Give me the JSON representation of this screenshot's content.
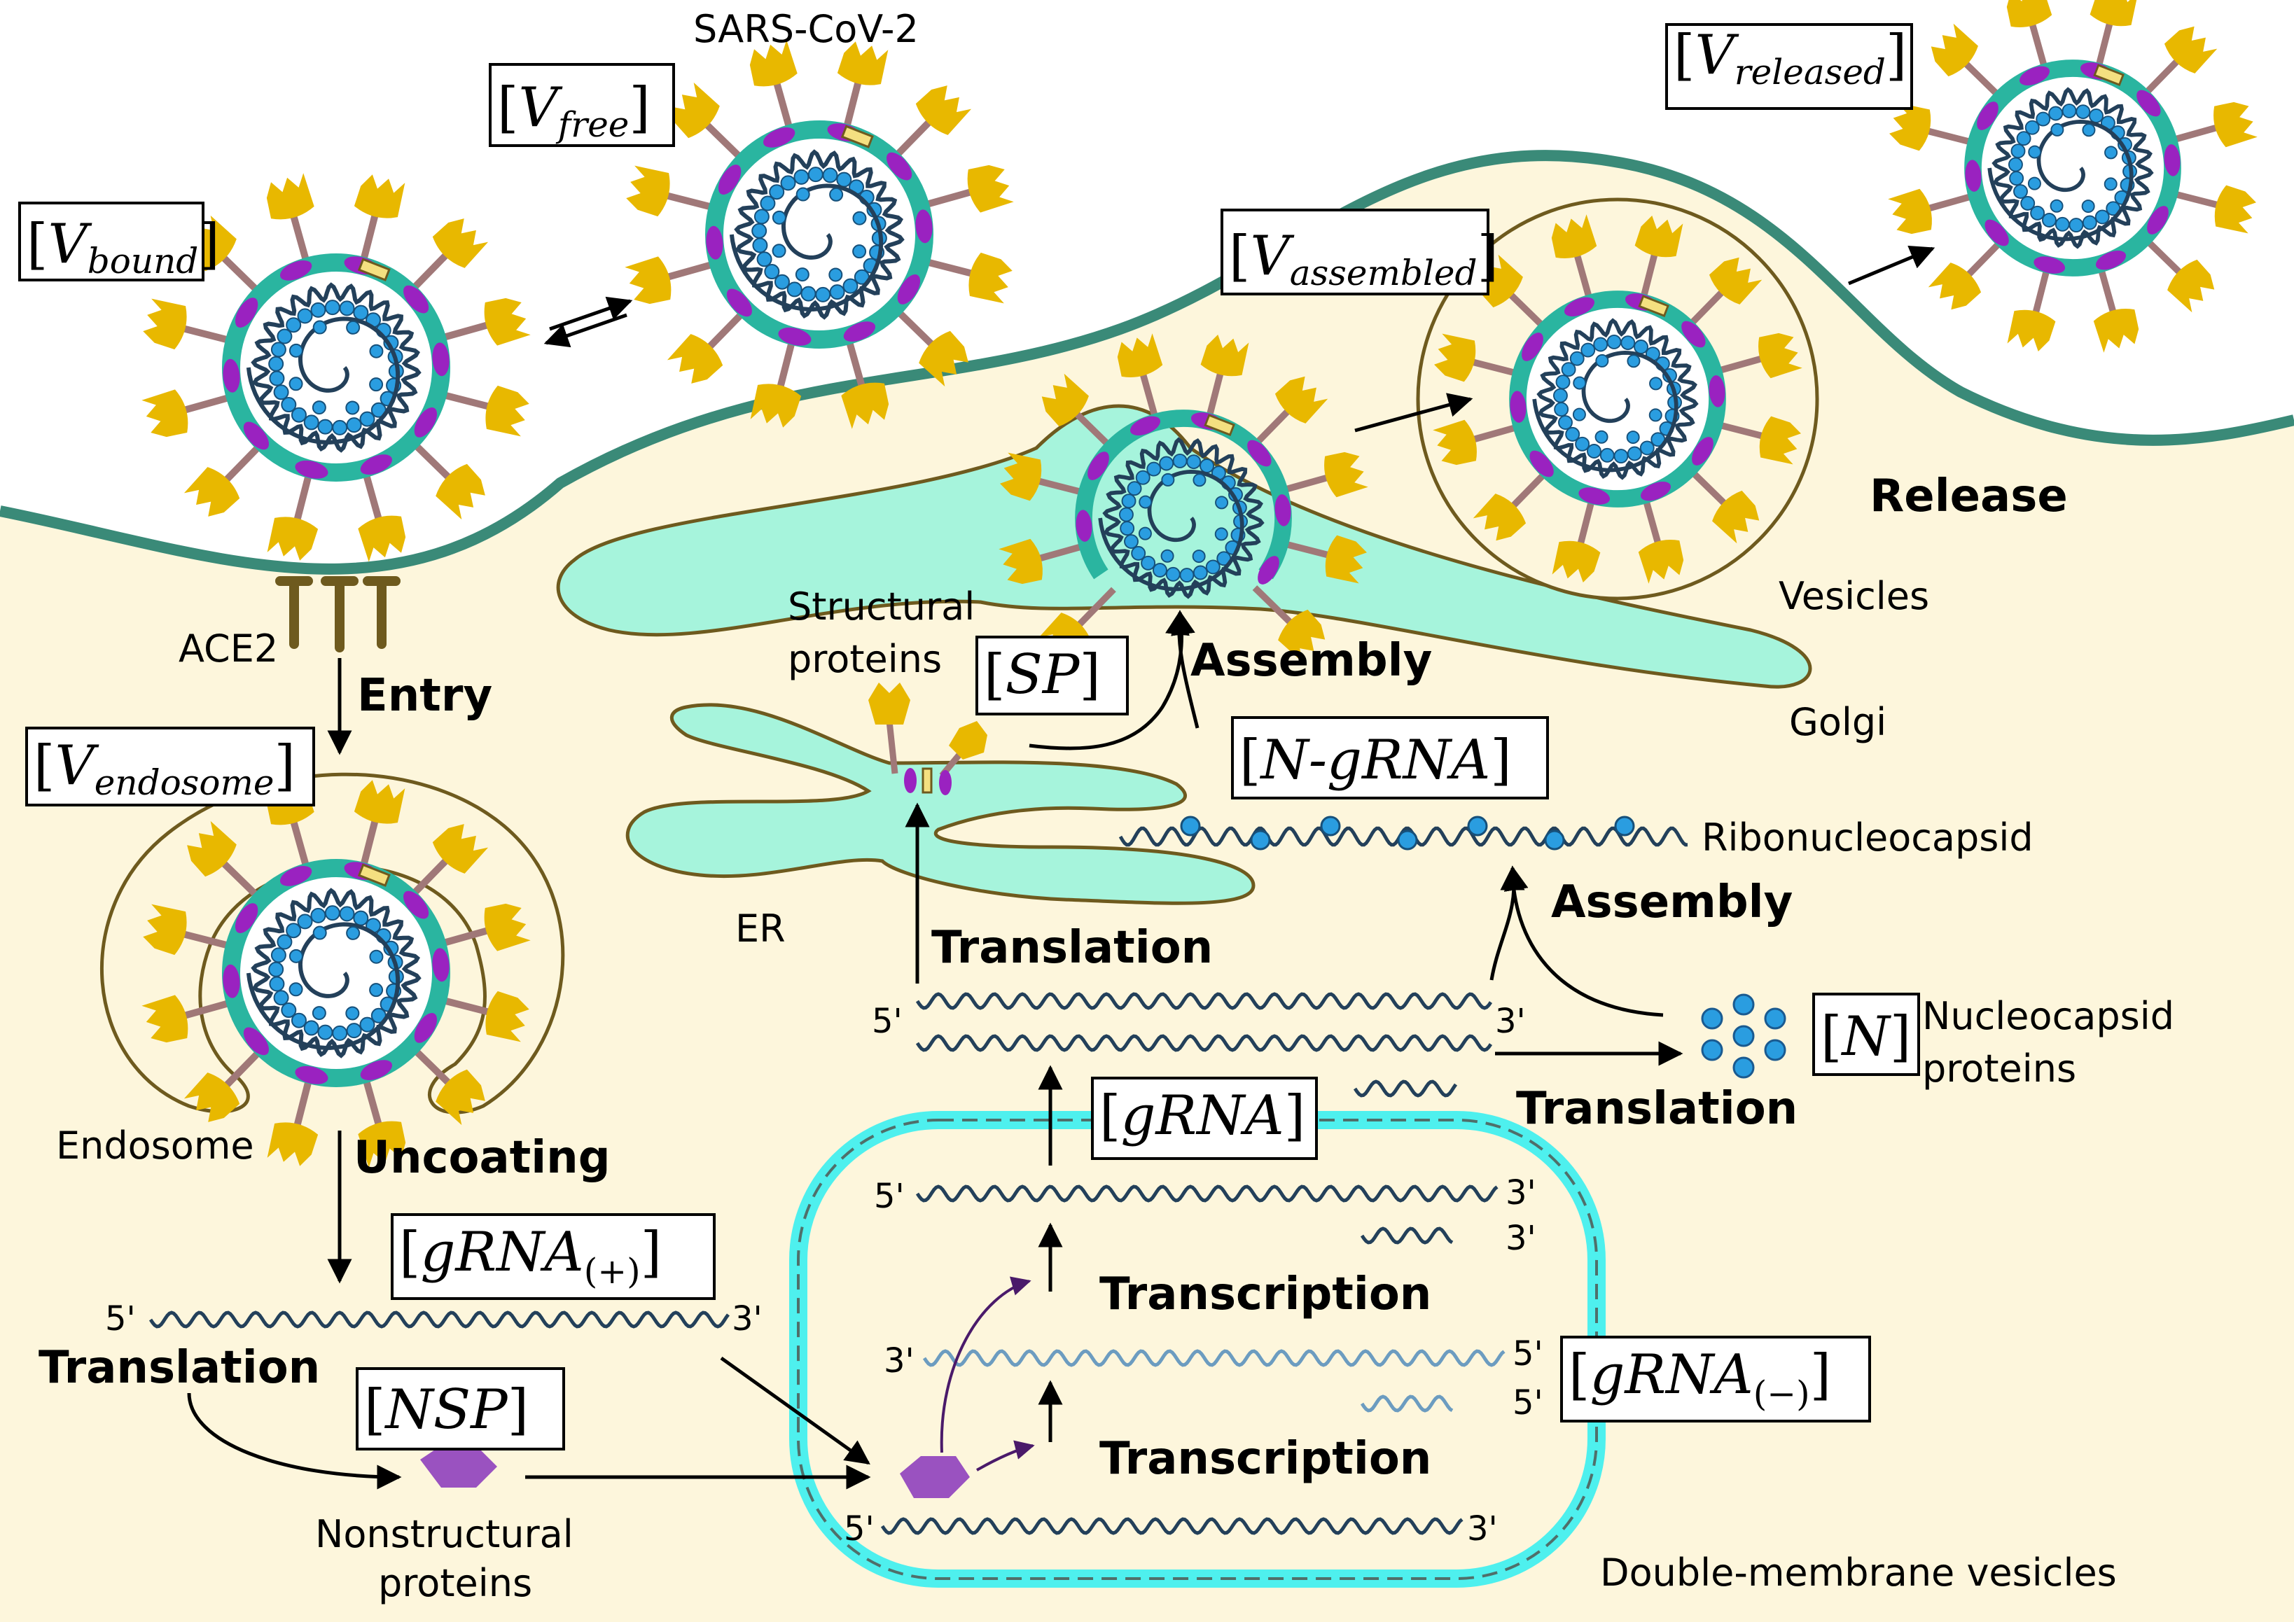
{
  "labels": {
    "virus_name": "SARS-CoV-2",
    "ace2": "ACE2",
    "entry": "Entry",
    "endosome": "Endosome",
    "uncoating": "Uncoating",
    "translation_left": "Translation",
    "nonstructural": "Nonstructural",
    "proteins": "proteins",
    "structural": "Structural",
    "proteins_sp": "proteins",
    "er": "ER",
    "golgi": "Golgi",
    "vesicles": "Vesicles",
    "release": "Release",
    "assembly_top": "Assembly",
    "assembly_mid": "Assembly",
    "ribonucleocapsid": "Ribonucleocapsid",
    "translation_mid": "Translation",
    "translation_n": "Translation",
    "nucleocapsid": "Nucleocapsid",
    "nucleocapsid_proteins": "proteins",
    "transcription_1": "Transcription",
    "transcription_2": "Transcription",
    "dmv": "Double-membrane vesicles"
  },
  "boxes": {
    "v_bound": {
      "main": "V",
      "sub": "bound"
    },
    "v_free": {
      "main": "V",
      "sub": "free"
    },
    "v_assembled": {
      "main": "V",
      "sub": "assembled"
    },
    "v_released": {
      "main": "V",
      "sub": "released"
    },
    "v_endosome": {
      "main": "V",
      "sub": "endosome"
    },
    "sp": "SP",
    "n_grna": "N-gRNA",
    "n": "N",
    "grna": "gRNA",
    "grna_plus": {
      "main": "gRNA",
      "sub": "(+)"
    },
    "grna_minus": {
      "main": "gRNA",
      "sub": "(−)"
    },
    "nsp": "NSP"
  },
  "ends": {
    "five": "5'",
    "three": "3'"
  },
  "colors": {
    "cell": "#fdf6dc",
    "membrane": "#3a8a78",
    "envelope": "#2ab5a0",
    "spike_head": "#e8b800",
    "spike_stem": "#a07878",
    "protein_m": "#9a22c0",
    "nucleocapsid": "#2a9de0",
    "rna": "#23405a",
    "rna_minus": "#6c9cc0",
    "er_golgi": "#a6f4dc",
    "outline": "#6e5a1e",
    "dmv": "#4ef0ee",
    "nsp": "#9a52c0",
    "purple_arrow": "#4a1a6a"
  }
}
